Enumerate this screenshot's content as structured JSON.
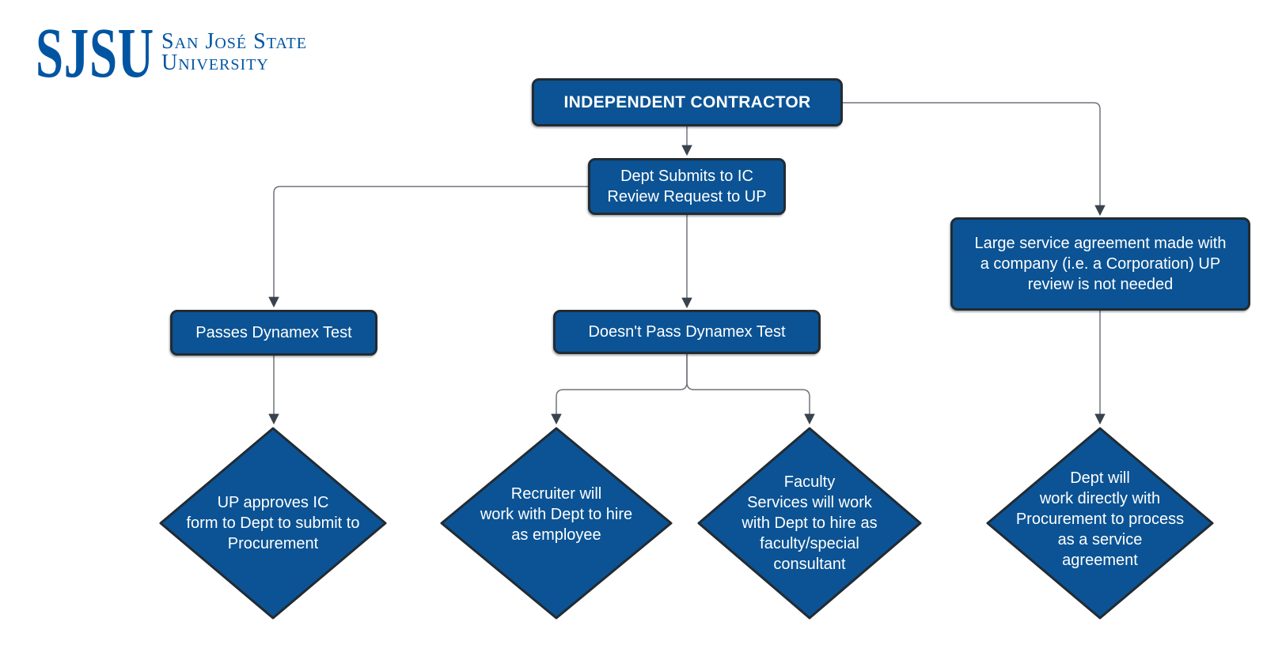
{
  "logo": {
    "acronym": "SJSU",
    "wordmark_line1": "San José State",
    "wordmark_line2": "University"
  },
  "colors": {
    "background": "#ffffff",
    "logo_blue": "#0055a2",
    "node_fill": "#0b5394",
    "node_border": "#222b33",
    "node_text": "#ffffff",
    "connector_line": "#6f747b",
    "connector_arrow": "#3a424d"
  },
  "nodes": {
    "independent_contractor": {
      "label": "INDEPENDENT CONTRACTOR"
    },
    "dept_submits": {
      "label": "Dept Submits to IC\nReview Request to UP"
    },
    "passes_dynamex": {
      "label": "Passes Dynamex Test"
    },
    "doesnt_pass_dynamex": {
      "label": "Doesn't Pass Dynamex Test"
    },
    "large_service_agreement": {
      "label": "Large service agreement made with\na company (i.e. a Corporation) UP\nreview is not needed"
    },
    "up_approves": {
      "label": "UP approves IC\nform to Dept to submit to\nProcurement"
    },
    "recruiter_hire": {
      "label": "Recruiter will\nwork with Dept to hire\nas employee"
    },
    "faculty_services": {
      "label": "Faculty\nServices will work\nwith Dept to hire as\nfaculty/special\nconsultant"
    },
    "dept_procurement": {
      "label": "Dept will\nwork directly with\nProcurement to process\nas a service\nagreement"
    }
  }
}
